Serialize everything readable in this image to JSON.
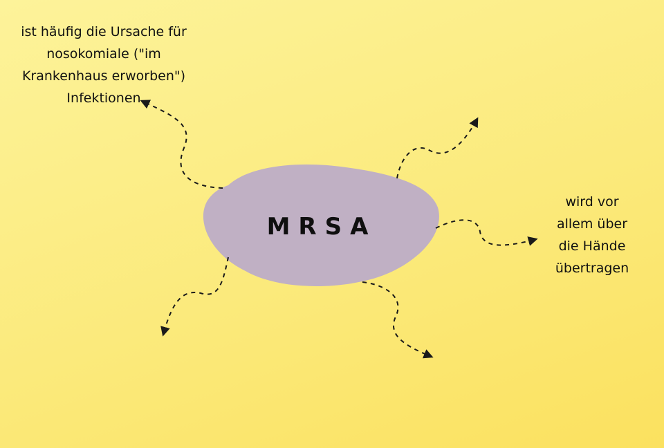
{
  "center": {
    "label": "MRSA",
    "blob_color": "#c0b0c4"
  },
  "notes": {
    "top_left": {
      "lines": [
        "ist häufig die Ursache für",
        "nosokomiale (\"im",
        "Krankenhaus erworben\")",
        "Infektionen"
      ]
    },
    "right": {
      "lines": [
        "wird vor",
        "allem über",
        "die Hände",
        "übertragen"
      ]
    }
  },
  "colors": {
    "background_top": "#fdf39a",
    "background_bottom": "#fbe15f",
    "arrow": "#1a1a1a",
    "text": "#111111"
  }
}
